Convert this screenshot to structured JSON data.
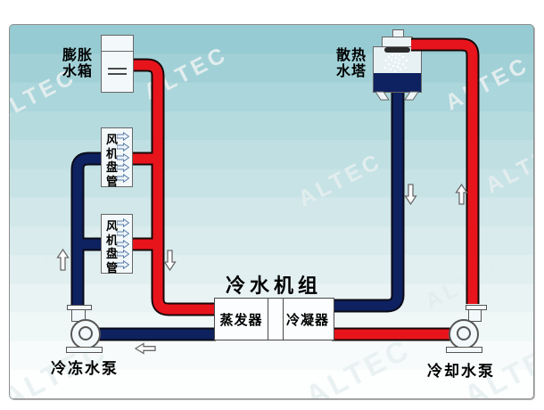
{
  "watermark": {
    "text": "ALTEC"
  },
  "diagram": {
    "title": "冷水机组",
    "components": {
      "expansion_tank": {
        "label": "膨胀水箱"
      },
      "cooling_tower": {
        "label": "散热水塔"
      },
      "fan_coil_1": {
        "label": "风机盘管"
      },
      "fan_coil_2": {
        "label": "风机盘管"
      },
      "chiller": {
        "evaporator": "蒸发器",
        "condenser": "冷凝器"
      },
      "chilled_water_pump": {
        "label": "冷冻水泵"
      },
      "cooling_water_pump": {
        "label": "冷却水泵"
      }
    },
    "pipes": {
      "chilled_water_color": "#0e2160",
      "warm_water_color": "#e8141c"
    },
    "flow_arrows": {
      "chilled_supply_riser": "up",
      "chilled_return_drop": "down",
      "chilled_return_to_evaporator": "left",
      "tower_supply_drop": "down",
      "tower_return_riser": "up",
      "fan_coil_airflow": "right",
      "fan_coil_airflow_count": 5
    }
  }
}
